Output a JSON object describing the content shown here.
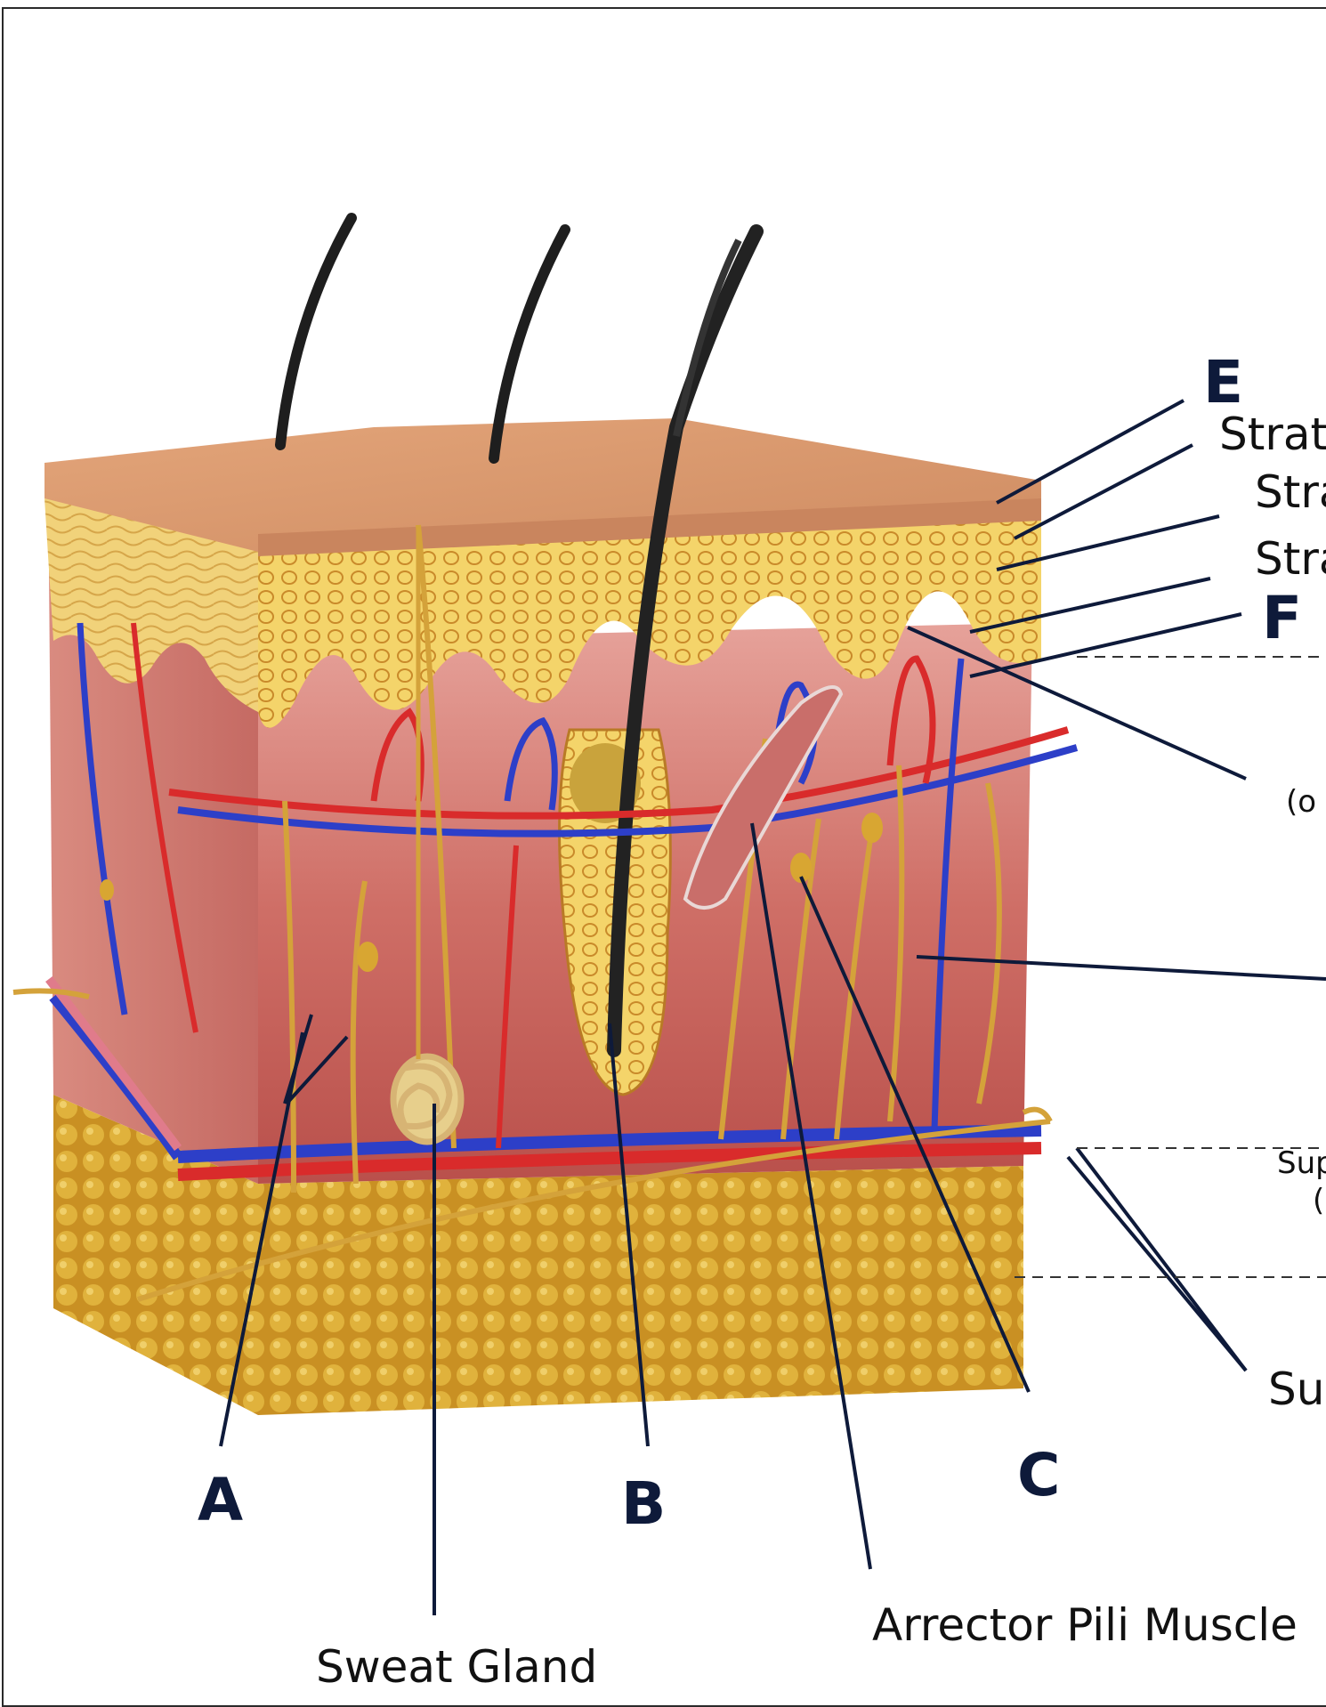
{
  "labels": {
    "a": "A",
    "b": "B",
    "c": "C",
    "e": "E",
    "f": "F",
    "sweat_gland": "Sweat Gland",
    "arrector_pili": "Arrector Pili Muscle",
    "right_1": "Strat",
    "right_2": "Stra",
    "right_3": "Stra",
    "right_4": "(o",
    "right_5": "Sup",
    "right_6": "(",
    "right_7": "Sul"
  },
  "colors": {
    "epidermis_top": "#d99a6c",
    "epidermis_yellow": "#f2cf63",
    "dermis": "#c8635e",
    "fat": "#d6a22a",
    "artery": "#d92b2b",
    "vein": "#2d3fc8",
    "nerve": "#d4a23a",
    "hair": "#1e1e1e",
    "leader": "#0e1a3a"
  }
}
